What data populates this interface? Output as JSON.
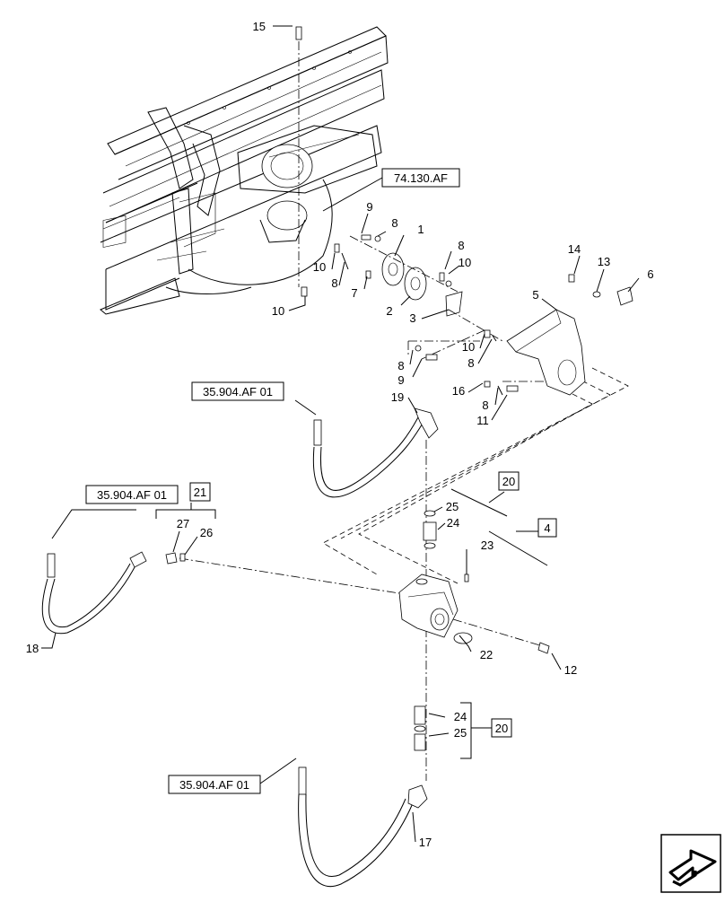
{
  "diagram": {
    "references": {
      "ref_74_130": "74.130.AF",
      "ref_35_904_a": "35.904.AF 01",
      "ref_35_904_b": "35.904.AF 01",
      "ref_35_904_c": "35.904.AF 01"
    },
    "boxed_callouts": {
      "box_21": "21",
      "box_20_top": "20",
      "box_4": "4",
      "box_20_bottom": "20"
    },
    "callouts": {
      "c15": "15",
      "c9a": "9",
      "c8a": "8",
      "c1": "1",
      "c8b": "8",
      "c10a": "10",
      "c10b": "10",
      "c8c": "8",
      "c7": "7",
      "c2": "2",
      "c3": "3",
      "c10c": "10",
      "c14": "14",
      "c13": "13",
      "c6": "6",
      "c5": "5",
      "c10d": "10",
      "c8d": "8",
      "c8e": "8",
      "c9b": "9",
      "c16": "16",
      "c8f": "8",
      "c11": "11",
      "c19": "19",
      "c25a": "25",
      "c24a": "24",
      "c23": "23",
      "c27": "27",
      "c26": "26",
      "c18": "18",
      "c22": "22",
      "c12": "12",
      "c24b": "24",
      "c25b": "25",
      "c17": "17"
    },
    "nav_icon": "next-page-arrow-icon"
  }
}
